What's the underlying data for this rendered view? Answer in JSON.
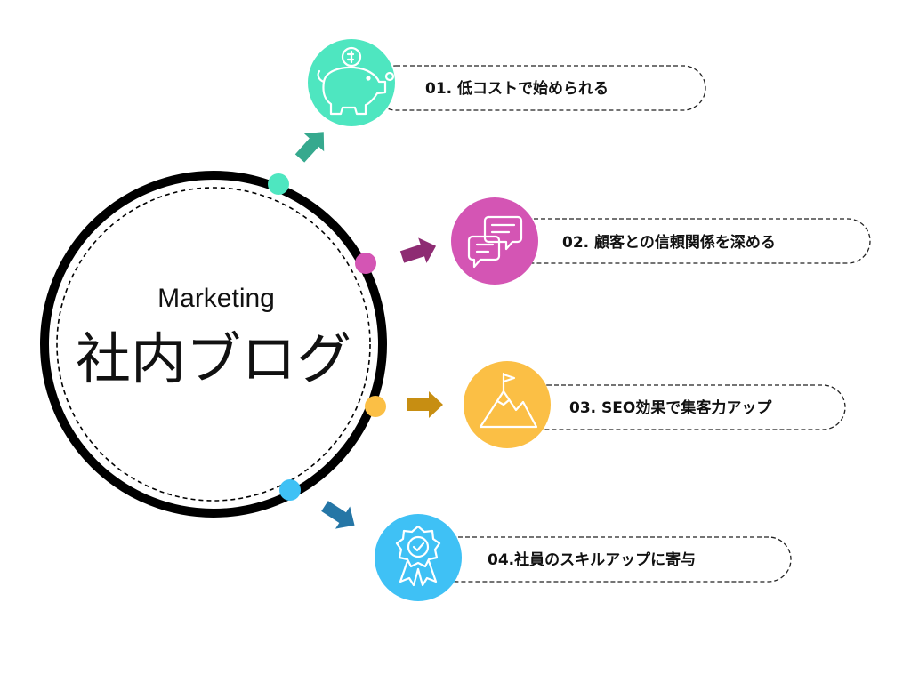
{
  "center": {
    "subtitle": "Marketing",
    "title": "社内ブログ"
  },
  "items": [
    {
      "label": "01. 低コストで始められる",
      "color": "#4ee6c0",
      "arrow_color": "#36a98e",
      "icon": "piggy-bank-icon"
    },
    {
      "label": "02. 顧客との信頼関係を深める",
      "color": "#d455b4",
      "arrow_color": "#8e2c73",
      "icon": "chat-bubbles-icon"
    },
    {
      "label": "03. SEO効果で集客力アップ",
      "color": "#fbbf45",
      "arrow_color": "#c78e12",
      "icon": "mountain-flag-icon"
    },
    {
      "label": "04.社員のスキルアップに寄与",
      "color": "#3fc1f5",
      "arrow_color": "#2576a6",
      "icon": "award-ribbon-icon"
    }
  ]
}
